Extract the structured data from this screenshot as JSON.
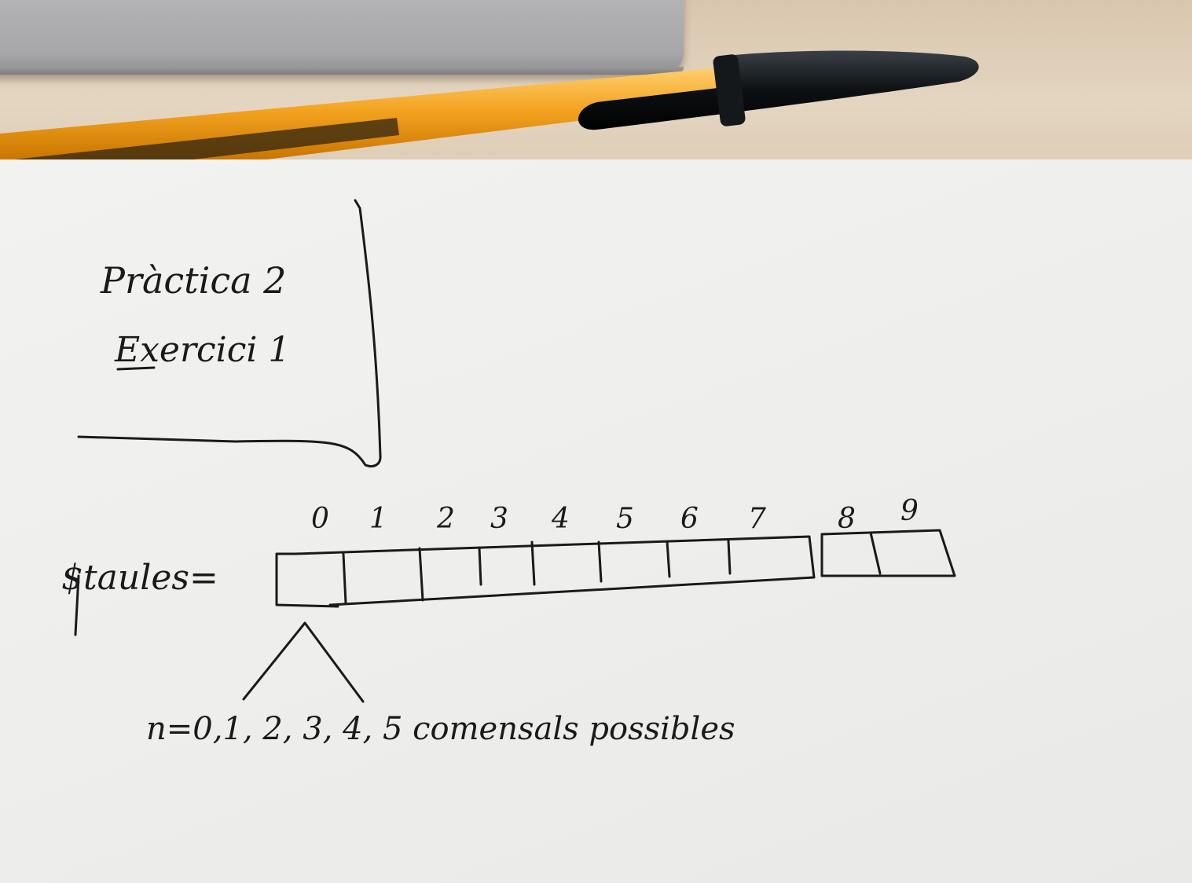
{
  "note": {
    "title_line1": "Pràctica 2",
    "title_line2": "Exercici 1",
    "variable_label": "$taules=",
    "indices": [
      "0",
      "1",
      "2",
      "3",
      "4",
      "5",
      "6",
      "7",
      "8",
      "9"
    ],
    "bottom_note": "n=0,1, 2, 3, 4, 5 comensals possibles"
  },
  "colors": {
    "ink": "#1a1a1a",
    "pen_barrel": "#f0a020",
    "pen_cap": "#101418"
  }
}
